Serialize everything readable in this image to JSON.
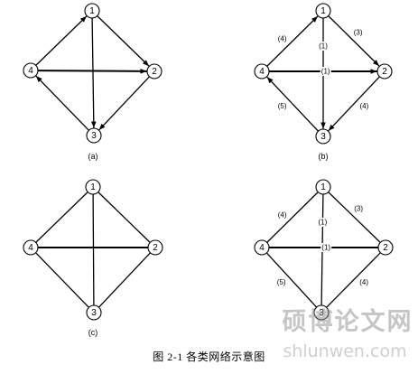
{
  "figure": {
    "caption": "图 2-1  各类网络示意图",
    "panels": [
      {
        "id": "a",
        "label": "(a)",
        "directed": true,
        "weighted": false,
        "nodes": [
          "1",
          "2",
          "3",
          "4"
        ],
        "edges": [
          {
            "from": "4",
            "to": "1"
          },
          {
            "from": "1",
            "to": "2"
          },
          {
            "from": "1",
            "to": "3"
          },
          {
            "from": "4",
            "to": "2"
          },
          {
            "from": "3",
            "to": "4"
          },
          {
            "from": "2",
            "to": "3"
          }
        ]
      },
      {
        "id": "b",
        "label": "(b)",
        "directed": true,
        "weighted": true,
        "nodes": [
          "1",
          "2",
          "3",
          "4"
        ],
        "edges": [
          {
            "from": "4",
            "to": "1",
            "weight": "(4)"
          },
          {
            "from": "1",
            "to": "2",
            "weight": "(3)"
          },
          {
            "from": "1",
            "to": "3",
            "weight": "(1)"
          },
          {
            "from": "4",
            "to": "2",
            "weight": "(1)"
          },
          {
            "from": "3",
            "to": "4",
            "weight": "(5)"
          },
          {
            "from": "2",
            "to": "3",
            "weight": "(4)"
          }
        ]
      },
      {
        "id": "c",
        "label": "(c)",
        "directed": false,
        "weighted": false,
        "nodes": [
          "1",
          "2",
          "3",
          "4"
        ],
        "edges": [
          {
            "from": "4",
            "to": "1"
          },
          {
            "from": "1",
            "to": "2"
          },
          {
            "from": "1",
            "to": "3"
          },
          {
            "from": "4",
            "to": "2"
          },
          {
            "from": "3",
            "to": "4"
          },
          {
            "from": "2",
            "to": "3"
          }
        ]
      },
      {
        "id": "d",
        "label": "",
        "directed": false,
        "weighted": true,
        "nodes": [
          "1",
          "2",
          "3",
          "4"
        ],
        "edges": [
          {
            "from": "4",
            "to": "1",
            "weight": "(4)"
          },
          {
            "from": "1",
            "to": "2",
            "weight": "(3)"
          },
          {
            "from": "1",
            "to": "3",
            "weight": "(1)"
          },
          {
            "from": "4",
            "to": "2",
            "weight": "(1)"
          },
          {
            "from": "3",
            "to": "4",
            "weight": "(5)"
          },
          {
            "from": "2",
            "to": "3",
            "weight": "(4)"
          }
        ]
      }
    ]
  },
  "watermark": {
    "title": "硕博论文网",
    "url": "shlunwen.com"
  }
}
